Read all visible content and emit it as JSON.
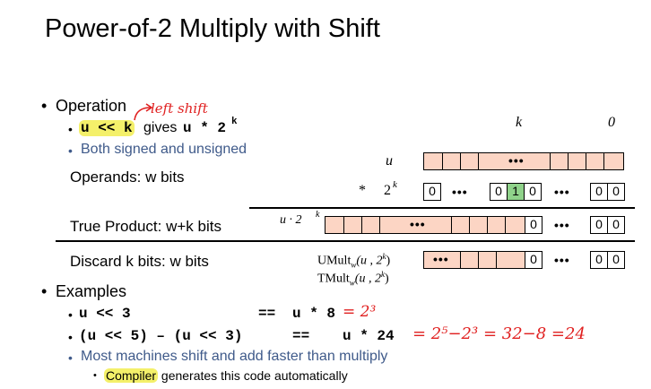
{
  "title": "Power-of-2 Multiply with Shift",
  "operation": {
    "label": "Operation",
    "annotation": "left shift",
    "code_expr": "u << k",
    "gives": "gives",
    "result_code": "u * 2",
    "result_exp": "k",
    "signed_note": "Both signed and unsigned",
    "operands_label": "Operands: w bits"
  },
  "diagram": {
    "col_k": "k",
    "col_0": "0",
    "row_u": "u",
    "row_2k_star": "*",
    "row_2k": "2",
    "row_2k_exp": "k",
    "true_product_label": "True Product: w+k  bits",
    "true_product_expr": "u · 2",
    "true_product_exp": "k",
    "discard_label": "Discard k  bits: w bits",
    "umult": "UMult",
    "tmult": "TMult",
    "mult_sub": "w",
    "mult_args": "(u , 2",
    "mult_args_exp": "k",
    "mult_args_end": ")",
    "dots": "•••",
    "bit_zero": "0",
    "bit_one": "1"
  },
  "examples": {
    "label": "Examples",
    "ex1_lhs": "u << 3",
    "ex1_eq": "==",
    "ex1_rhs": "u * 8",
    "ex1_note": "= 2³",
    "ex2_lhs": "(u << 5) – (u << 3)",
    "ex2_eq": "==",
    "ex2_rhs": "u * 24",
    "ex2_note": "= 2⁵−2³ = 32−8 =24",
    "machines_note": "Most machines shift and add faster than multiply",
    "compiler_word": "Compiler",
    "compiler_rest": " generates this code automatically"
  },
  "colors": {
    "highlight": "#f4f06a",
    "bar_fill": "#fcd5c4",
    "one_bit_fill": "#8fd28a",
    "annotation_red": "#e02020",
    "sub_bullet_text": "#3f5a8a"
  }
}
